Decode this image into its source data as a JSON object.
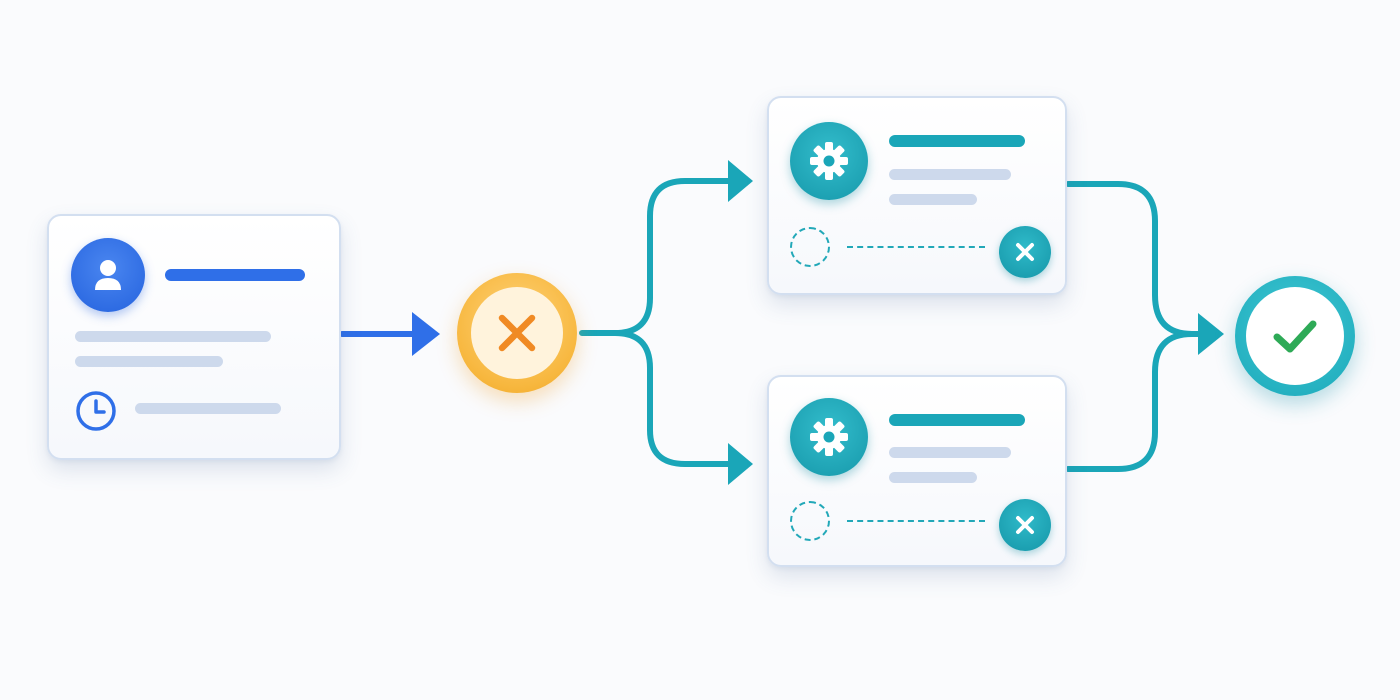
{
  "diagram": {
    "type": "workflow",
    "colors": {
      "background": "#fafbfd",
      "primary_blue": "#2f6fe8",
      "teal": "#1aa6b8",
      "gateway_orange": "#f7b73e",
      "cancel_orange": "#f08a24",
      "success_green": "#2eaa57",
      "placeholder_gray": "#cdd9ec"
    },
    "nodes": [
      {
        "id": "source-card",
        "kind": "card",
        "icons": [
          "user-icon",
          "clock-icon"
        ]
      },
      {
        "id": "gateway-node",
        "kind": "exclusive-gateway",
        "icon": "x-icon",
        "color": "#f7b73e"
      },
      {
        "id": "task-card-top",
        "kind": "card",
        "icons": [
          "gear-icon",
          "pending-ring-icon",
          "cancel-icon"
        ]
      },
      {
        "id": "task-card-bottom",
        "kind": "card",
        "icons": [
          "gear-icon",
          "pending-ring-icon",
          "cancel-icon"
        ]
      },
      {
        "id": "end-node",
        "kind": "end-event",
        "icon": "checkmark-icon",
        "color": "#2eaa57"
      }
    ],
    "edges": [
      {
        "from": "source-card",
        "to": "gateway-node",
        "color": "#2f6fe8"
      },
      {
        "from": "gateway-node",
        "to": "task-card-top",
        "color": "#1aa6b8"
      },
      {
        "from": "gateway-node",
        "to": "task-card-bottom",
        "color": "#1aa6b8"
      },
      {
        "from": "task-card-top",
        "to": "end-node",
        "color": "#1aa6b8"
      },
      {
        "from": "task-card-bottom",
        "to": "end-node",
        "color": "#1aa6b8"
      }
    ]
  }
}
